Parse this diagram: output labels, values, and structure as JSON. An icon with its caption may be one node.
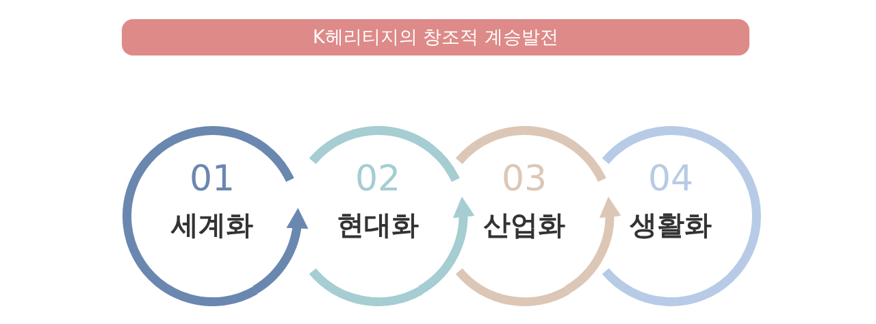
{
  "diagram": {
    "title": "K헤리티지의 창조적 계승발전",
    "nodes": [
      {
        "text": [
          "01",
          "세계화"
        ]
      },
      {
        "text": [
          "02",
          "현대화"
        ]
      },
      {
        "text": [
          "03",
          "산업화"
        ]
      },
      {
        "text": [
          "04",
          "생활화"
        ]
      }
    ],
    "edges": [
      {
        "from": 0,
        "to": 1,
        "arrow": "to",
        "color": "#6a87b0"
      },
      {
        "from": 1,
        "to": 2,
        "arrow": "to",
        "color": "#a5cdd2"
      },
      {
        "from": 2,
        "to": 3,
        "arrow": "to",
        "color": "#dcc7b6"
      }
    ]
  }
}
